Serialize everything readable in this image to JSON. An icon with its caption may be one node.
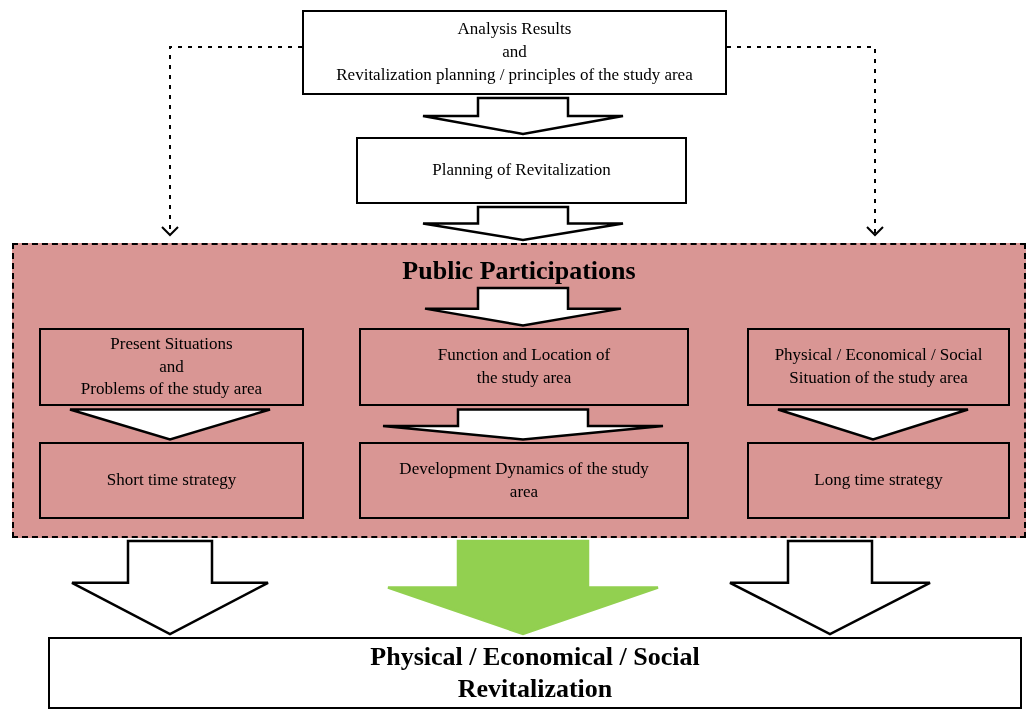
{
  "diagram": {
    "nodes": [
      {
        "text": [
          "Analysis Results",
          "and",
          "Revitalization planning / principles of the study area"
        ]
      },
      {
        "text": [
          "Planning of Revitalization"
        ]
      },
      {
        "text": [
          "Public Participations"
        ]
      },
      {
        "text": [
          "Present Situations",
          "and",
          "Problems of the study area"
        ],
        "in": 2
      },
      {
        "text": [
          "Function and Location of the study area"
        ],
        "in": 2
      },
      {
        "text": [
          "Physical / Economical / Social Situation of the study area"
        ],
        "in": 2
      },
      {
        "text": [
          "Short time strategy"
        ],
        "in": 2
      },
      {
        "text": [
          "Development Dynamics of the study area"
        ],
        "in": 2
      },
      {
        "text": [
          "Long time strategy"
        ],
        "in": 2
      },
      {
        "text": [
          "Physical / Economical / Social Revitalization"
        ]
      }
    ],
    "edges": [
      {
        "from": 0,
        "to": 1,
        "arrow": "to"
      },
      {
        "from": 1,
        "to": 2,
        "arrow": "to"
      },
      {
        "from": 0,
        "to": 2,
        "arrow": "to",
        "style": "dashed"
      },
      {
        "from": 0,
        "to": 2,
        "arrow": "to",
        "style": "dashed"
      },
      {
        "from": 2,
        "to": 4,
        "arrow": "to"
      },
      {
        "from": 3,
        "to": 6,
        "arrow": "to"
      },
      {
        "from": 4,
        "to": 7,
        "arrow": "to"
      },
      {
        "from": 5,
        "to": 8,
        "arrow": "to"
      },
      {
        "from": 2,
        "to": 9,
        "arrow": "to"
      },
      {
        "from": 2,
        "to": 9,
        "arrow": "to",
        "color": "#92d050"
      },
      {
        "from": 2,
        "to": 9,
        "arrow": "to"
      }
    ]
  }
}
